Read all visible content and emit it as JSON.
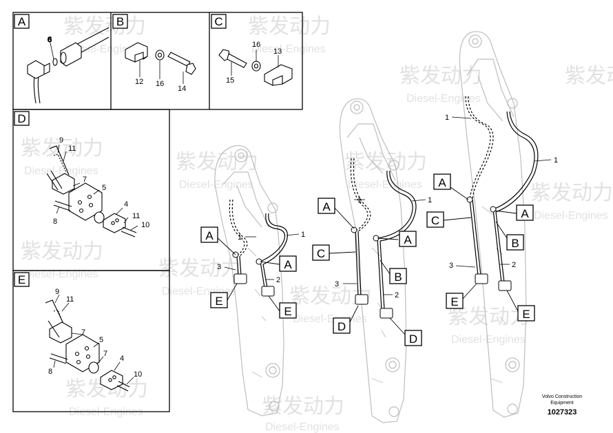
{
  "panels": {
    "A": {
      "label": "A",
      "parts": [
        "6"
      ]
    },
    "B": {
      "label": "B",
      "parts": [
        "12",
        "16",
        "14"
      ]
    },
    "C": {
      "label": "C",
      "parts": [
        "16",
        "13",
        "15"
      ]
    },
    "D": {
      "label": "D",
      "parts": [
        "9",
        "11",
        "7",
        "5",
        "4",
        "11",
        "10",
        "8"
      ]
    },
    "E": {
      "label": "E",
      "parts": [
        "9",
        "11",
        "7",
        "5",
        "7",
        "4",
        "10",
        "8"
      ]
    }
  },
  "callouts": {
    "A": "A",
    "B": "B",
    "C": "C",
    "D": "D",
    "E": "E"
  },
  "hose_numbers": {
    "one": "1",
    "two": "2",
    "three": "3"
  },
  "watermark": {
    "brand": "紫发动力",
    "sub": "Diesel-Engines"
  },
  "footer": {
    "maker": "Volvo Construction",
    "line2": "Equipment",
    "code": "1027323"
  },
  "colors": {
    "line": "#000000",
    "frame": "#000000",
    "watermark": "#c9c9c9"
  }
}
